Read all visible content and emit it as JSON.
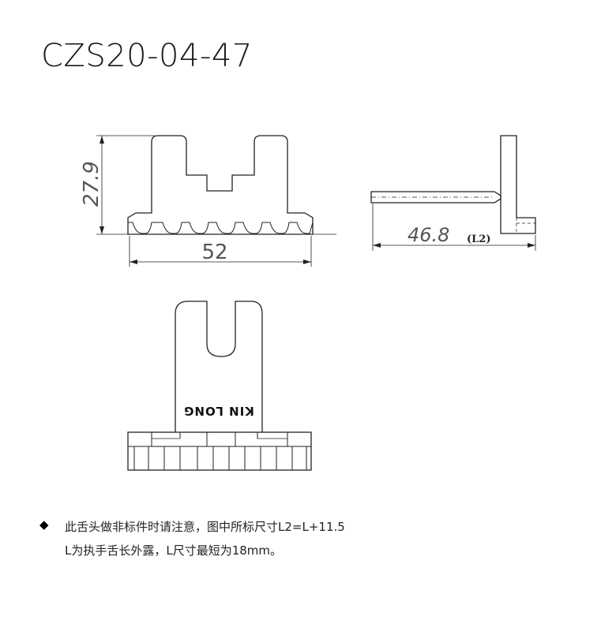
{
  "title": "CZS20-04-47",
  "dimensions": {
    "height": "27.9",
    "width": "52",
    "length": "46.8",
    "length_tag": "(L2)"
  },
  "brand_mark": "KIN LONG",
  "notes": {
    "bullet": "◆",
    "line1": "此舌头做非标件时请注意，图中所标尺寸L2=L+11.5",
    "line2": "L为执手舌长外露，L尺寸最短为18mm。"
  }
}
